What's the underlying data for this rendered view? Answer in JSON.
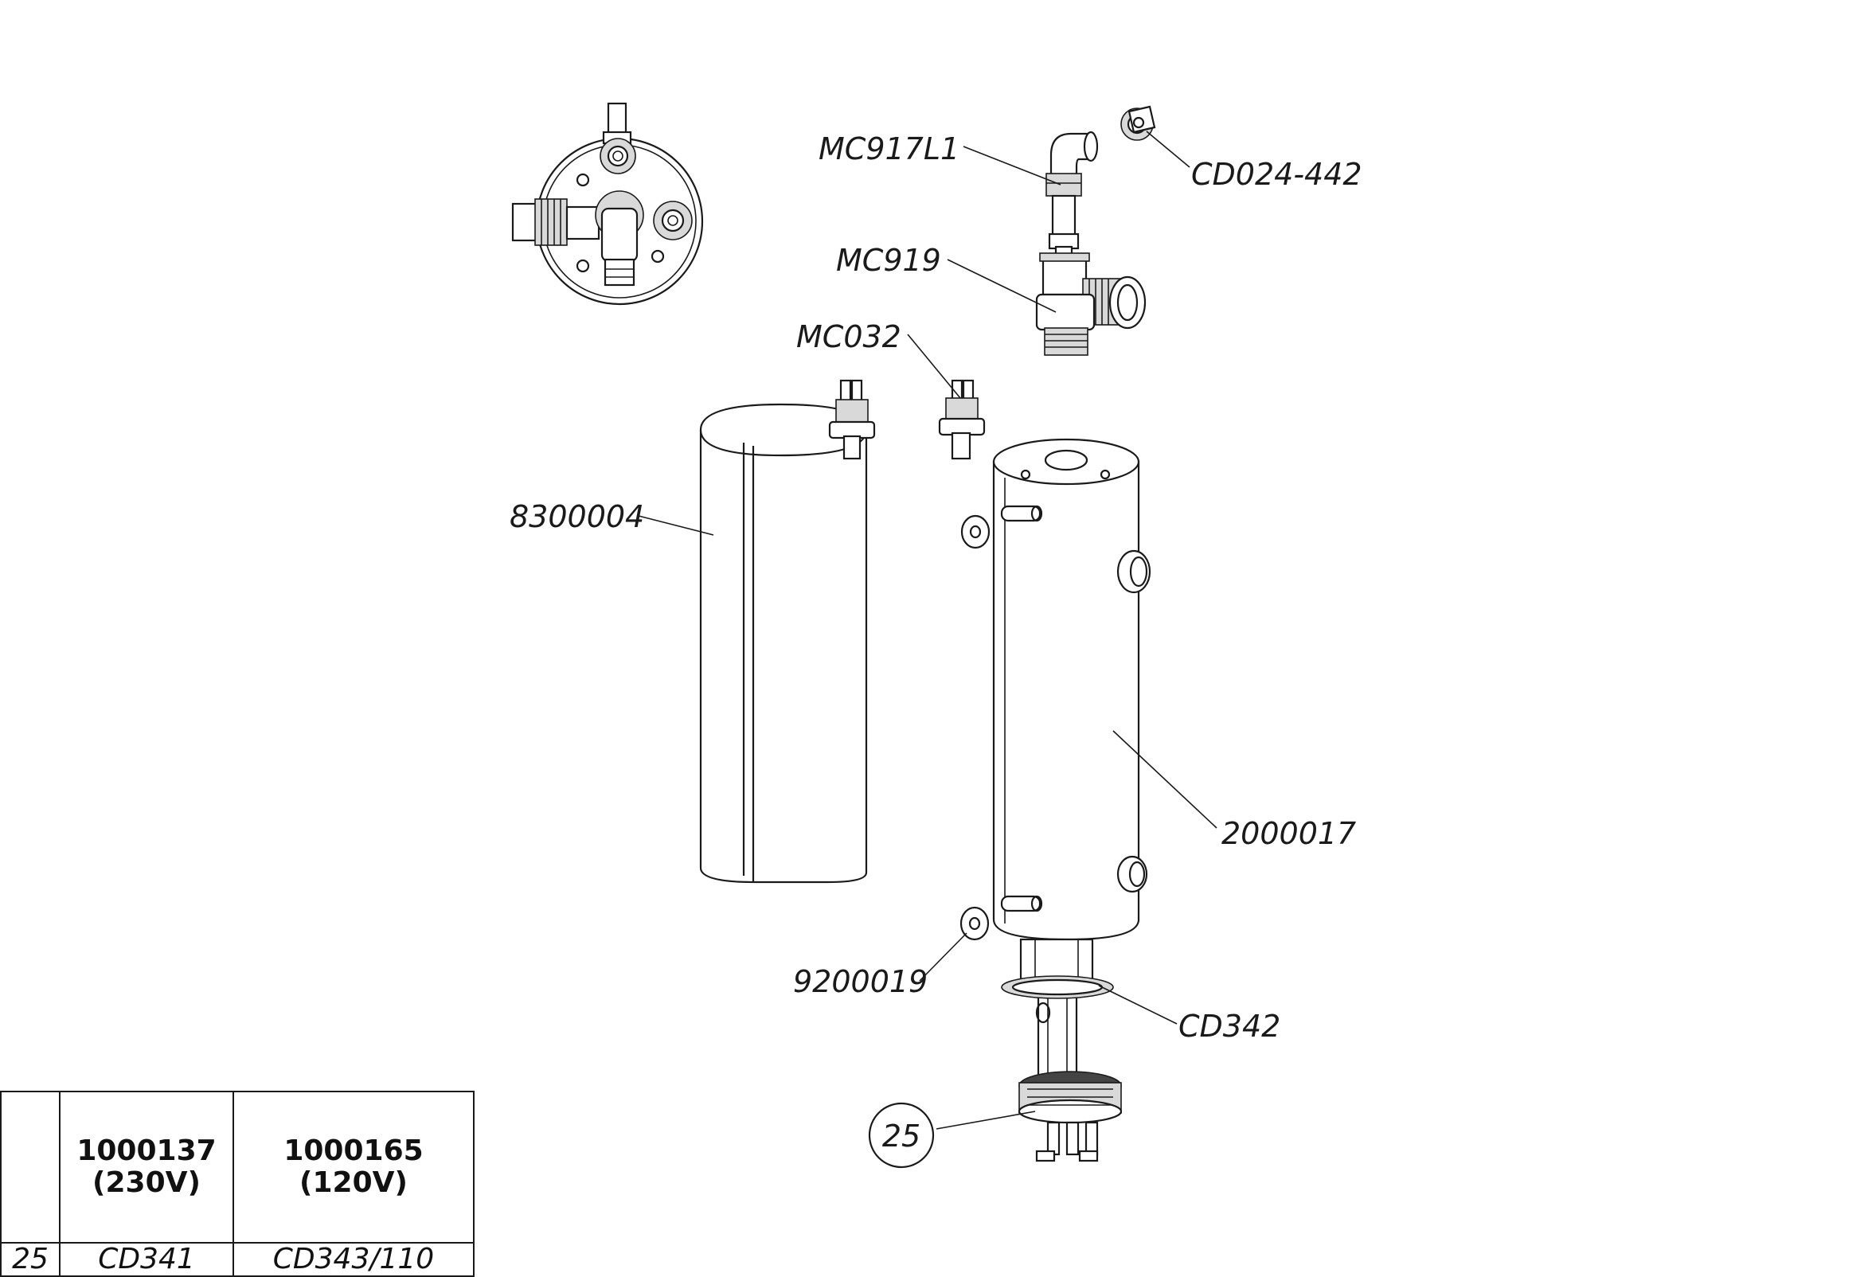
{
  "parts": {
    "mc917l1": "MC917L1",
    "cd024_442": "CD024-442",
    "mc919": "MC919",
    "mc032": "MC032",
    "p8300004": "8300004",
    "p2000017": "2000017",
    "p9200019": "9200019",
    "cd342": "CD342",
    "callout_25": "25"
  },
  "variant_table": {
    "header": {
      "col_blank": "",
      "col1_code": "1000137",
      "col1_voltage": "(230V)",
      "col2_code": "1000165",
      "col2_voltage": "(120V)"
    },
    "row": {
      "item": "25",
      "col1": "CD341",
      "col2": "CD343/110"
    }
  }
}
